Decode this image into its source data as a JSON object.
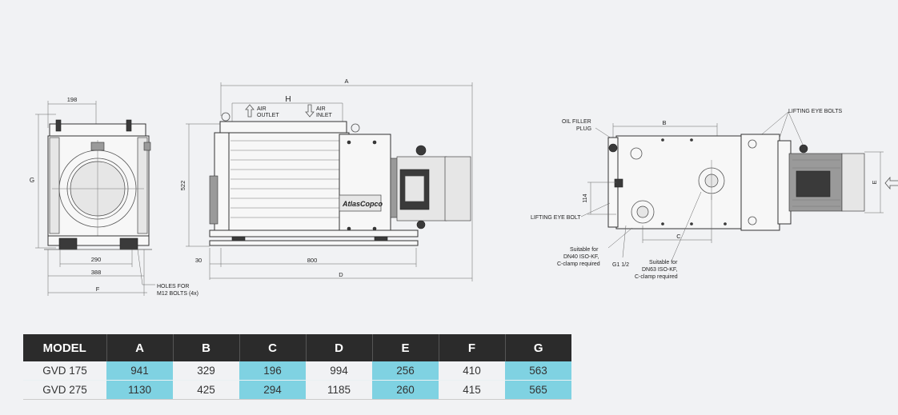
{
  "labels": {
    "dim_198": "198",
    "dim_g": "G",
    "dim_290": "290",
    "dim_388": "388",
    "dim_f": "F",
    "holes_line1": "HOLES FOR",
    "holes_line2": "M12 BOLTS (4x)",
    "dim_a": "A",
    "dim_h": "H",
    "air_outlet_1": "AIR",
    "air_outlet_2": "OUTLET",
    "air_inlet_1": "AIR",
    "air_inlet_2": "INLET",
    "dim_522": "522",
    "dim_30": "30",
    "dim_800": "800",
    "dim_d": "D",
    "brand": "AtlasCopco",
    "oil_filler_1": "OIL FILLER",
    "oil_filler_2": "PLUG",
    "dim_b": "B",
    "lifting_eye_bolts": "LIFTING EYE BOLTS",
    "dim_114": "114",
    "lifting_eye_bolt": "LIFTING EYE BOLT",
    "dim_c": "C",
    "dim_e": "E",
    "dn40_1": "Suitable for",
    "dn40_2": "DN40 ISO-KF,",
    "dn40_3": "C-clamp required",
    "g112": "G1 1/2",
    "dn63_1": "Suitable for",
    "dn63_2": "DN63 ISO-KF,",
    "dn63_3": "C-clamp required"
  },
  "table": {
    "headers": [
      "MODEL",
      "A",
      "B",
      "C",
      "D",
      "E",
      "F",
      "G"
    ],
    "highlight_color": "#7fd2e2",
    "header_color": "#2b2b2b",
    "rows": [
      {
        "model": "GVD 175",
        "a": "941",
        "b": "329",
        "c": "196",
        "d": "994",
        "e": "256",
        "f": "410",
        "g": "563"
      },
      {
        "model": "GVD 275",
        "a": "1130",
        "b": "425",
        "c": "294",
        "d": "1185",
        "e": "260",
        "f": "415",
        "g": "565"
      }
    ]
  }
}
